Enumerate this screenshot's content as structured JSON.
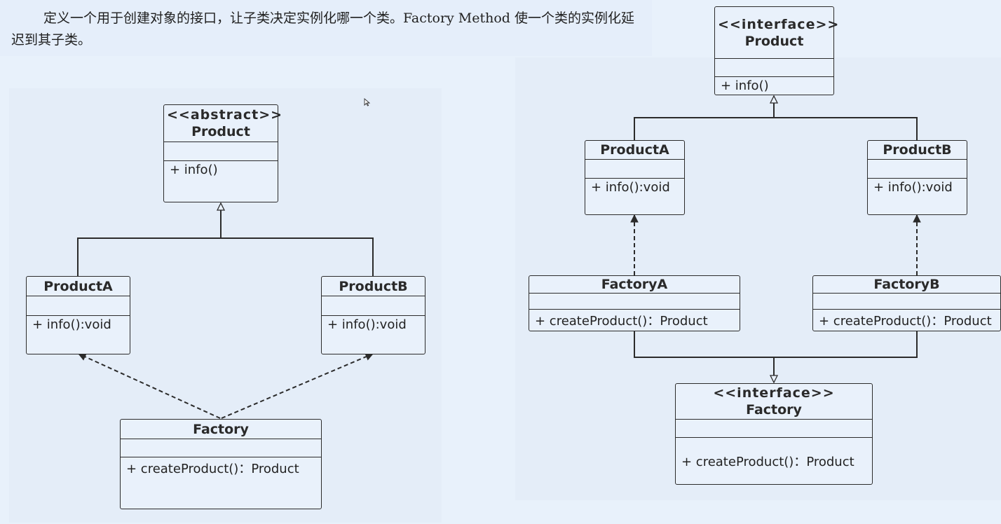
{
  "description": {
    "text": "定义一个用于创建对象的接口，让子类决定实例化哪一个类。Factory Method 使一个类的实例化延迟到其子类。"
  },
  "simple_factory": {
    "product": {
      "stereotype": "<<abstract>>",
      "name": "Product",
      "op": "+ info()"
    },
    "product_a": {
      "name": "ProductA",
      "op": "+ info():void"
    },
    "product_b": {
      "name": "ProductB",
      "op": "+ info():void"
    },
    "factory": {
      "name": "Factory",
      "op": "+ createProduct()：Product"
    }
  },
  "factory_method": {
    "product": {
      "stereotype": "<<interface>>",
      "name": "Product",
      "op": "+ info()"
    },
    "product_a": {
      "name": "ProductA",
      "op": "+ info():void"
    },
    "product_b": {
      "name": "ProductB",
      "op": "+ info():void"
    },
    "factory_a": {
      "name": "FactoryA",
      "op": "+ createProduct()：Product"
    },
    "factory_b": {
      "name": "FactoryB",
      "op": "+ createProduct()：Product"
    },
    "factory": {
      "stereotype": "<<interface>>",
      "name": "Factory",
      "op": "+ createProduct()：Product"
    }
  },
  "icons": {
    "cursor": "mouse-pointer-icon"
  },
  "colors": {
    "background": "#e8f1fb",
    "line": "#2b2b2b"
  }
}
